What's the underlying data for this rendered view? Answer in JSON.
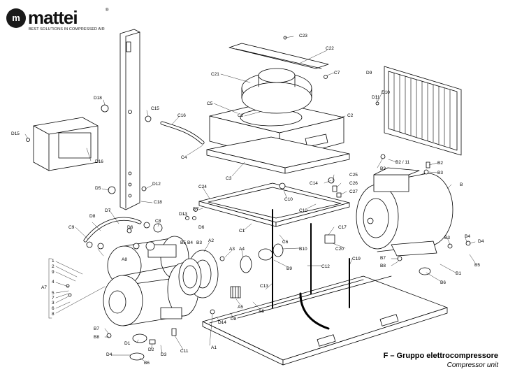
{
  "brand": {
    "logo_letter": "m",
    "name": "mattei",
    "registered": "®",
    "tagline": "BEST SOLUTIONS IN COMPRESSED AIR"
  },
  "title": {
    "main": "F – Gruppo  elettrocompressore",
    "sub": "Compressor unit"
  },
  "labels": {
    "C23": "C23",
    "C22": "C22",
    "C21": "C21",
    "C7": "C7",
    "C5": "C5",
    "C2a": "C2",
    "C2b": "C2",
    "C4": "C4",
    "C3": "C3",
    "C1": "C1",
    "C10a": "C10",
    "C10b": "C10",
    "C14": "C14",
    "C25": "C25",
    "C26": "C26",
    "C27": "C27",
    "C24": "C24",
    "C15": "C15",
    "C16": "C16",
    "C17": "C17",
    "C20": "C20",
    "C19": "C19",
    "C12": "C12",
    "C13": "C13",
    "C18": "C18",
    "C8": "C8",
    "C9": "C9",
    "C6": "C6",
    "C11": "C11",
    "D9": "D9",
    "D10": "D10",
    "D11": "D11",
    "D12": "D12",
    "D13": "D13",
    "D14": "D14",
    "D15": "D15",
    "D16": "D16",
    "D18": "D18",
    "D5": "D5",
    "D6a": "D6",
    "D6b": "D6",
    "D7a": "D7",
    "D7b": "D7",
    "D8a": "D8",
    "D8b": "D8",
    "D1": "D1",
    "D2": "D2",
    "D3": "D3",
    "D4": "D4",
    "D4b": "D4",
    "B": "B",
    "B1": "B1",
    "B2": "B2",
    "B2_11": "B2 / 11",
    "B3a": "B3",
    "B3b": "B3",
    "B3c": "B3",
    "B3d": "B3",
    "B4a": "B4",
    "B4b": "B4",
    "B5a": "B5",
    "B5b": "B5",
    "B6a": "B6",
    "B6b": "B6",
    "B7a": "B7",
    "B7b": "B7",
    "B8a": "B8",
    "B8b": "B8",
    "B9": "B9",
    "B10": "B10",
    "A1": "A1",
    "A2": "A2",
    "A3": "A3",
    "A4": "A4",
    "A5": "A5",
    "A6": "A6",
    "A7": "A7",
    "A8": "A8",
    "n1": "1",
    "n2": "2",
    "n3": "3",
    "n4": "4",
    "n5": "5",
    "n6": "6",
    "n7": "7",
    "n8": "8",
    "n9": "9"
  },
  "colors": {
    "line": "#000000",
    "background": "#ffffff",
    "logo": "#1a1a1a"
  }
}
